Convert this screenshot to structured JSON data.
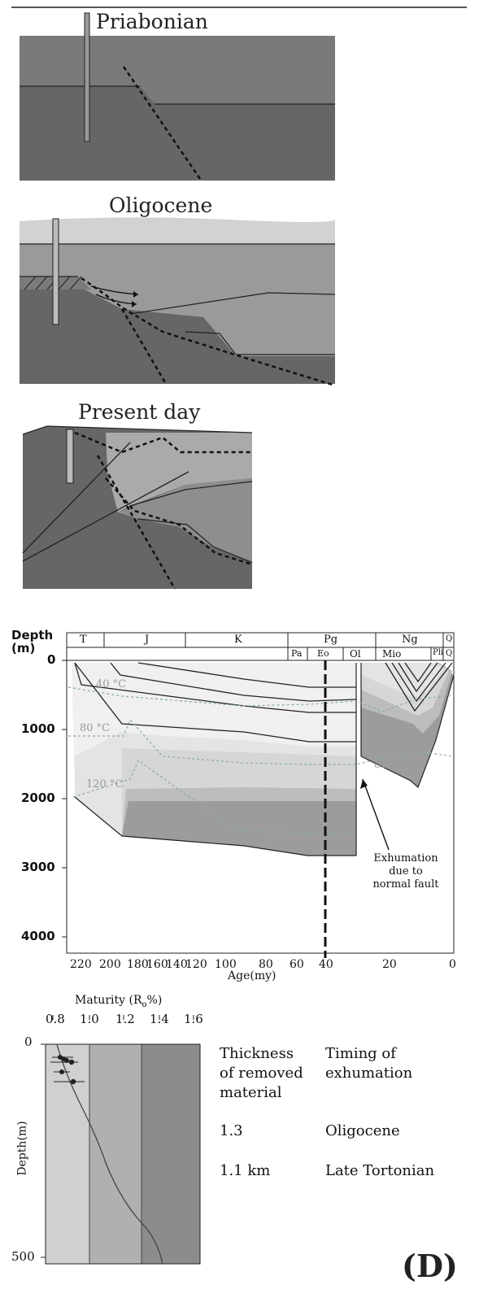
{
  "panels": {
    "priabonian": "Priabonian",
    "oligocene": "Oligocene",
    "present": "Present day"
  },
  "burial": {
    "depth_label": "Depth",
    "depth_unit": "(m)",
    "periods": [
      "T",
      "J",
      "K",
      "Pg",
      "Ng",
      "Q"
    ],
    "epochs": [
      "Pa",
      "Eo",
      "Ol",
      "Mio",
      "Pli",
      "Q"
    ],
    "depth_ticks": [
      "0",
      "1000",
      "2000",
      "3000",
      "4000"
    ],
    "age_ticks": [
      "220",
      "200",
      "180",
      "160",
      "140",
      "120",
      "100",
      "80",
      "60",
      "40",
      "20",
      "0"
    ],
    "age_label": "Age(my)",
    "isotherms": [
      "40 °C",
      "80 °C",
      "120 °C",
      "80 °C"
    ],
    "annotation": [
      "Exhumation",
      "due to",
      "normal fault"
    ]
  },
  "maturity": {
    "title": "Maturity (R",
    "title_sub": "o",
    "title_end": "%)",
    "x_ticks": [
      "0.8",
      "1.0",
      "1.2",
      "1.4",
      "1.6"
    ],
    "y_ticks": [
      "0",
      "500"
    ],
    "ylabel": "Depth(m)"
  },
  "table": {
    "col1_header": [
      "Thickness",
      "of removed",
      "material"
    ],
    "col2_header": [
      "Timing of",
      "exhumation"
    ],
    "rows": [
      {
        "thickness": "1.3",
        "timing": "Oligocene"
      },
      {
        "thickness": "1.1 km",
        "timing": "Late Tortonian"
      }
    ]
  },
  "panel_letter": "(D)"
}
